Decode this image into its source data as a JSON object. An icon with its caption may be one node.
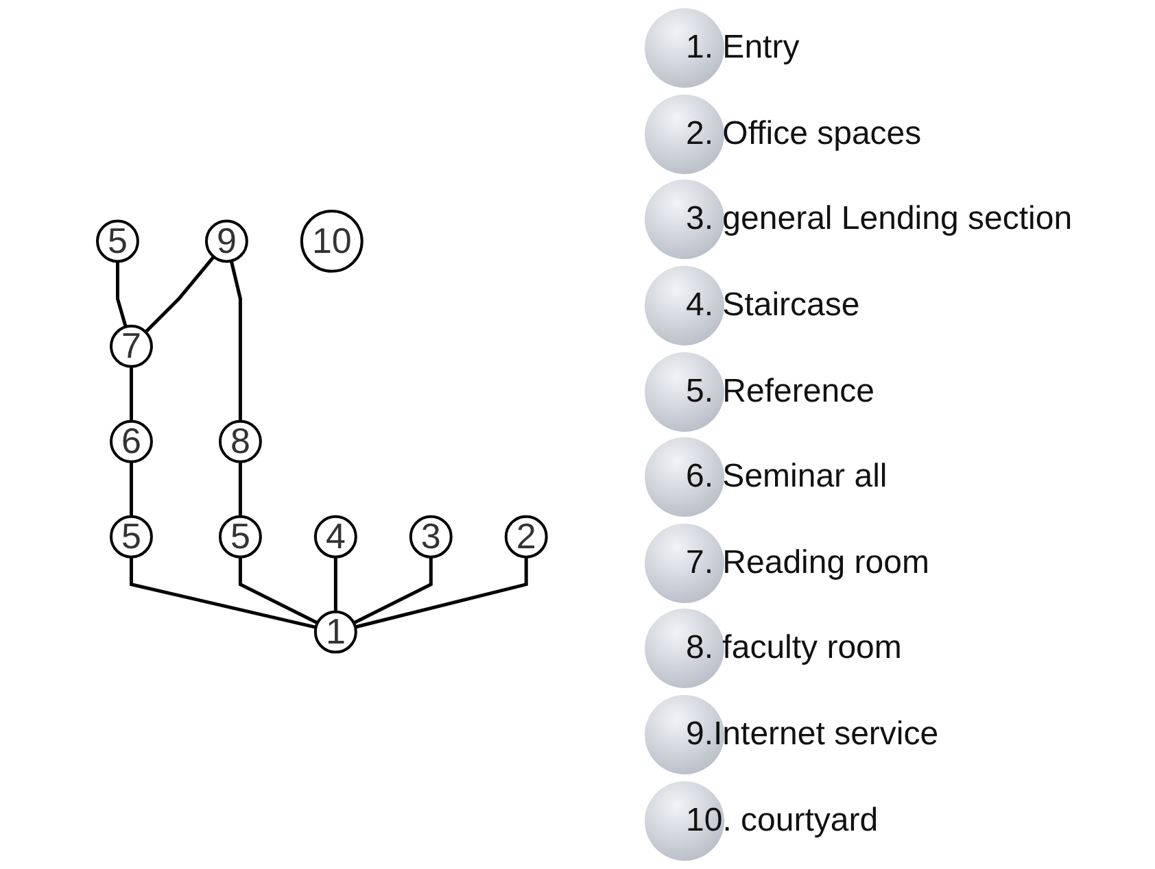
{
  "diagram": {
    "nodes": [
      {
        "text": [
          "5"
        ]
      },
      {
        "text": [
          "9"
        ]
      },
      {
        "text": [
          "7"
        ]
      },
      {
        "text": [
          "8"
        ]
      },
      {
        "text": [
          "6"
        ]
      },
      {
        "text": [
          "10"
        ]
      },
      {
        "text": [
          "5"
        ]
      },
      {
        "text": [
          "5"
        ]
      },
      {
        "text": [
          "4"
        ]
      },
      {
        "text": [
          "3"
        ]
      },
      {
        "text": [
          "2"
        ]
      },
      {
        "text": [
          "1"
        ]
      }
    ],
    "edges": [
      {
        "from": 0,
        "to": 2,
        "arrow": "none"
      },
      {
        "from": 1,
        "to": 2,
        "arrow": "none"
      },
      {
        "from": 1,
        "to": 3,
        "arrow": "none"
      },
      {
        "from": 3,
        "to": 6,
        "arrow": "none"
      },
      {
        "from": 6,
        "to": 11,
        "arrow": "none"
      },
      {
        "from": 2,
        "to": 4,
        "arrow": "none"
      },
      {
        "from": 4,
        "to": 7,
        "arrow": "none"
      },
      {
        "from": 7,
        "to": 11,
        "arrow": "none"
      },
      {
        "from": 8,
        "to": 11,
        "arrow": "none"
      },
      {
        "from": 9,
        "to": 11,
        "arrow": "none"
      },
      {
        "from": 10,
        "to": 11,
        "arrow": "none"
      }
    ],
    "legend": [
      {
        "text": "1. Entry"
      },
      {
        "text": "2. Office spaces"
      },
      {
        "text": "3. general Lending section"
      },
      {
        "text": "4. Staircase"
      },
      {
        "text": "5. Reference"
      },
      {
        "text": "6. Seminar all"
      },
      {
        "text": "7. Reading room"
      },
      {
        "text": "8. faculty room"
      },
      {
        "text": "9.Internet service"
      },
      {
        "text": "10. courtyard"
      }
    ]
  }
}
